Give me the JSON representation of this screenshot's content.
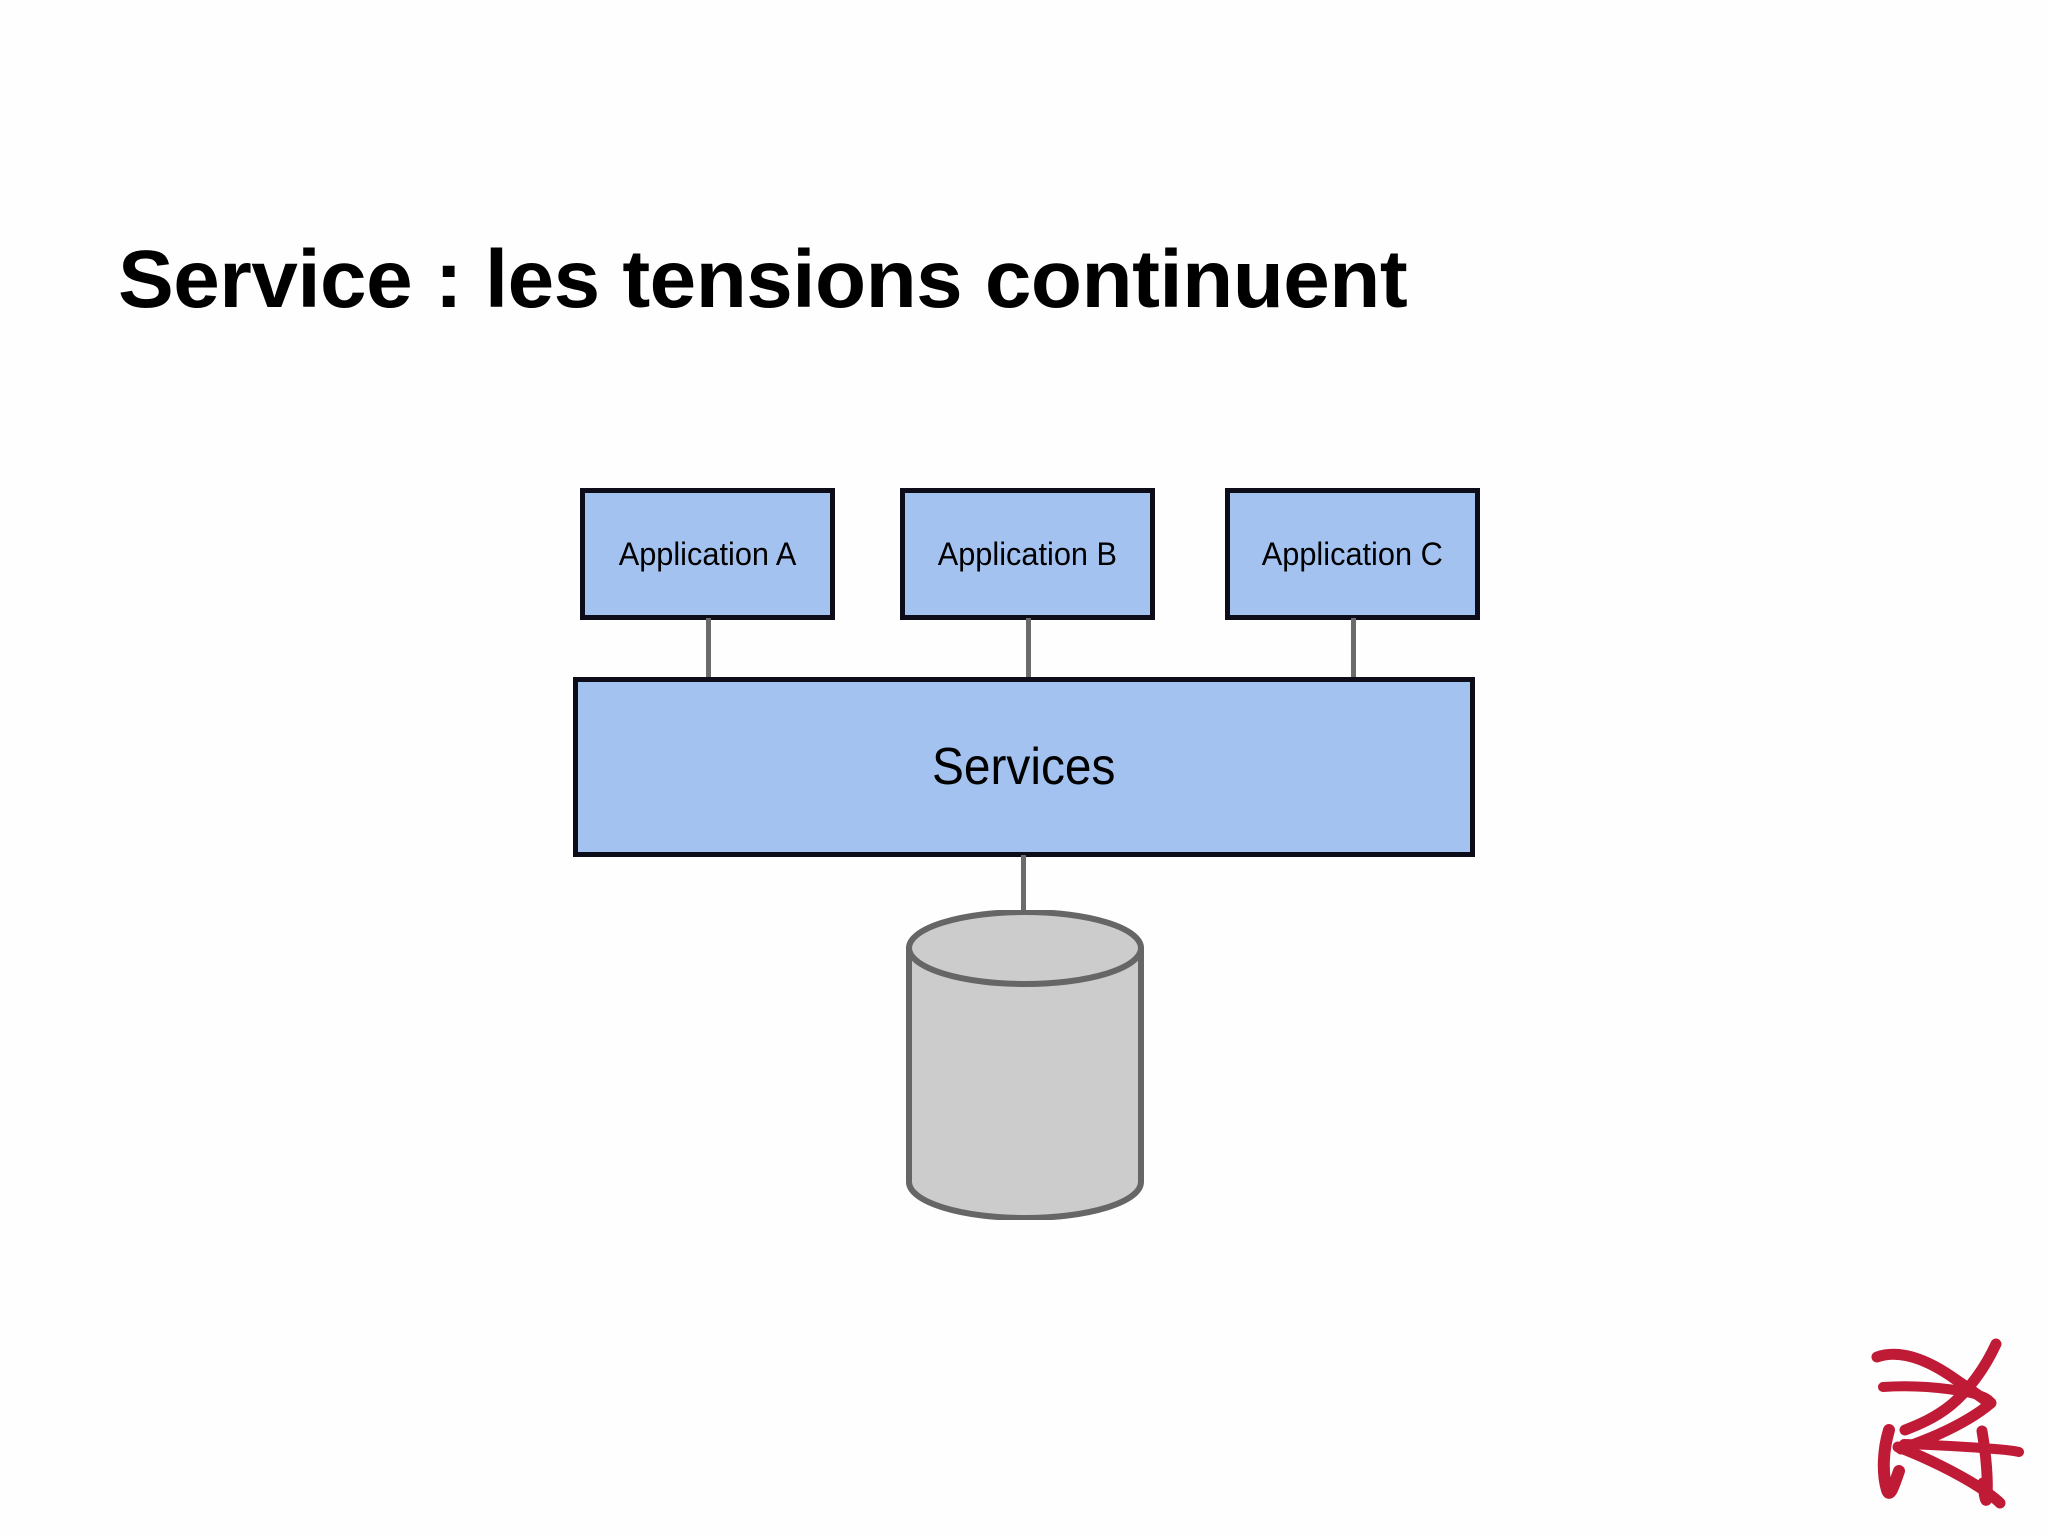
{
  "slide": {
    "title": "Service : les tensions continuent",
    "background_color": "#ffffff"
  },
  "diagram": {
    "type": "layered-architecture",
    "node_fill_color": "#a4c2f0",
    "node_border_color": "#0d0d19",
    "connector_color": "#6b6b6b",
    "datastore_fill_color": "#cccccc",
    "datastore_border_color": "#666666",
    "applications": [
      {
        "id": "app-a",
        "label": "Application A"
      },
      {
        "id": "app-b",
        "label": "Application B"
      },
      {
        "id": "app-c",
        "label": "Application C"
      }
    ],
    "service_layer": {
      "id": "services",
      "label": "Services"
    },
    "datastore": {
      "id": "database",
      "label": "",
      "shape": "cylinder"
    },
    "connections": [
      {
        "from": "app-a",
        "to": "services"
      },
      {
        "from": "app-b",
        "to": "services"
      },
      {
        "from": "app-c",
        "to": "services"
      },
      {
        "from": "services",
        "to": "database"
      }
    ]
  },
  "signature": {
    "label": "zk-signature-mark",
    "color": "#bf1a36"
  }
}
